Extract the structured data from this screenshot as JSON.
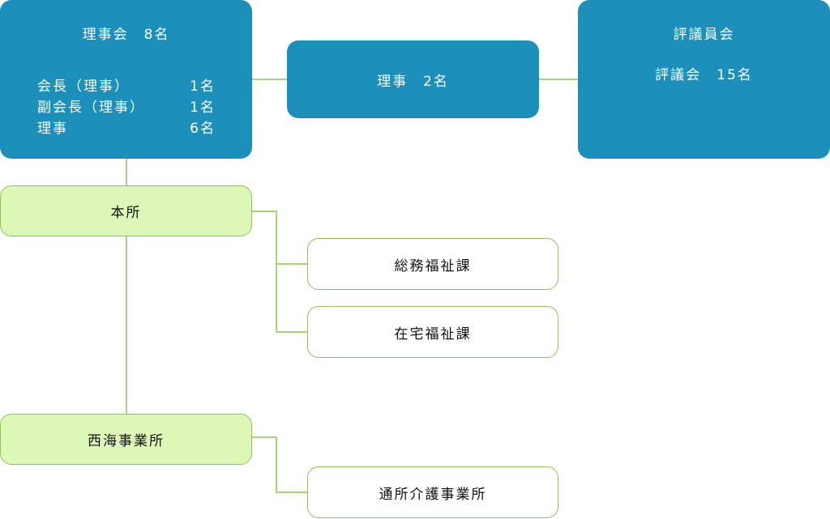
{
  "board": {
    "title": "理事会　8名",
    "rows": [
      {
        "label": "会長（理事）",
        "count": "1名"
      },
      {
        "label": "副会長（理事）",
        "count": "1名"
      },
      {
        "label": "理事",
        "count": "6名"
      }
    ]
  },
  "directors": {
    "label": "理事　2名"
  },
  "councilors": {
    "title": "評議員会",
    "subtitle": "評議会　15名"
  },
  "head_office": {
    "label": "本所"
  },
  "sections": [
    "総務福祉課",
    "在宅福祉課"
  ],
  "branch": {
    "label": "西海事業所"
  },
  "branch_unit": {
    "label": "通所介護事業所"
  },
  "colors": {
    "primary": "#1c8fbb",
    "green_fill": "#ddf8b6",
    "green_border": "#8ac74f",
    "connector": "#8ac74f"
  }
}
